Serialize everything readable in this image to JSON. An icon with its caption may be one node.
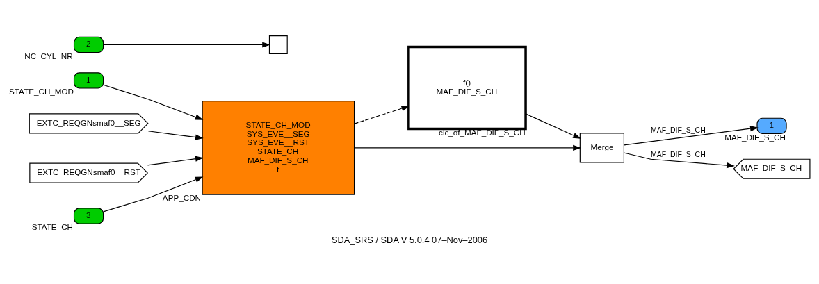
{
  "diagram": {
    "caption": "SDA_SRS / SDA V 5.0.4 07–Nov–2006",
    "nodes": [
      {
        "text": [
          "1"
        ],
        "beside": [
          "STATE_CH_MOD"
        ]
      },
      {
        "text": [
          "EXTC_REQGNsmaf0__SEG"
        ]
      },
      {
        "text": [
          "EXTC_REQGNsmaf0__RST"
        ]
      },
      {
        "text": [
          "3"
        ],
        "beside": [
          "STATE_CH"
        ]
      },
      {
        "text": [
          "2"
        ],
        "beside": [
          "NC_CYL_NR"
        ]
      },
      {
        "text": [],
        "shape": "box"
      },
      {
        "text": [
          "STATE_CH_MOD",
          "SYS_EVE__SEG",
          "SYS_EVE__RST",
          "STATE_CH",
          "MAF_DIF_S_CH",
          "f"
        ],
        "beside": [
          "APP_CDN"
        ]
      },
      {
        "text": [
          "f()",
          "MAF_DIF_S_CH"
        ],
        "beside": [
          "clc_of_MAF_DIF_S_CH"
        ]
      },
      {
        "text": [
          "Merge"
        ]
      },
      {
        "text": [
          "1"
        ],
        "beside": [
          "MAF_DIF_S_CH"
        ]
      },
      {
        "text": [
          "MAF_DIF_S_CH"
        ]
      }
    ],
    "edges": [
      {
        "from": 0,
        "to": 6,
        "arrow": "to"
      },
      {
        "from": 1,
        "to": 6,
        "arrow": "to"
      },
      {
        "from": 2,
        "to": 6,
        "arrow": "to"
      },
      {
        "from": 3,
        "to": 6,
        "arrow": "to"
      },
      {
        "from": 4,
        "to": 5,
        "arrow": "to"
      },
      {
        "from": 6,
        "to": 8,
        "arrow": "to"
      },
      {
        "from": 6,
        "to": 7,
        "arrow": "to",
        "style": "dashed"
      },
      {
        "from": 7,
        "to": 8,
        "arrow": "to"
      },
      {
        "from": 8,
        "to": 9,
        "arrow": "to",
        "label": "MAF_DIF_S_CH"
      },
      {
        "from": 8,
        "to": 10,
        "arrow": "to",
        "label": "MAF_DIF_S_CH"
      }
    ]
  }
}
